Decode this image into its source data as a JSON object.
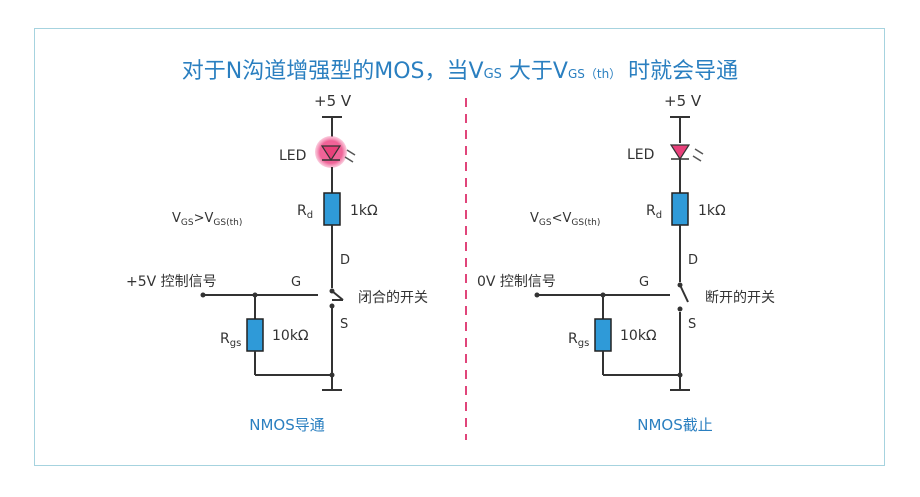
{
  "title": {
    "prefix": "对于N沟道增强型的MOS，当V",
    "gs_sub": "GS",
    "middle": " 大于V",
    "gsth_sub": "GS（th）",
    "suffix": " 时就会导通"
  },
  "left": {
    "supply": "+5 V",
    "led": "LED",
    "rd_main": "R",
    "rd_sub": "d",
    "rd_value": "1kΩ",
    "cond_v1": "V",
    "cond_s1": "GS",
    "cond_op": ">V",
    "cond_s2": "GS(th)",
    "signal": "+5V 控制信号",
    "gate": "G",
    "drain": "D",
    "source": "S",
    "switch_label": "闭合的开关",
    "rgs_main": "R",
    "rgs_sub": "gs",
    "rgs_value": "10kΩ",
    "caption": "NMOS导通"
  },
  "right": {
    "supply": "+5 V",
    "led": "LED",
    "rd_main": "R",
    "rd_sub": "d",
    "rd_value": "1kΩ",
    "cond_v1": "V",
    "cond_s1": "GS",
    "cond_op": "<V",
    "cond_s2": "GS(th)",
    "signal": "0V 控制信号",
    "gate": "G",
    "drain": "D",
    "source": "S",
    "switch_label": "断开的开关",
    "rgs_main": "R",
    "rgs_sub": "gs",
    "rgs_value": "10kΩ",
    "caption": "NMOS截止"
  },
  "colors": {
    "title_blue": "#2a7fc0",
    "resistor_blue": "#2f9ad8",
    "led_on": "#e8407a",
    "divider_red": "#e0457a",
    "frame": "#a6d3df"
  }
}
